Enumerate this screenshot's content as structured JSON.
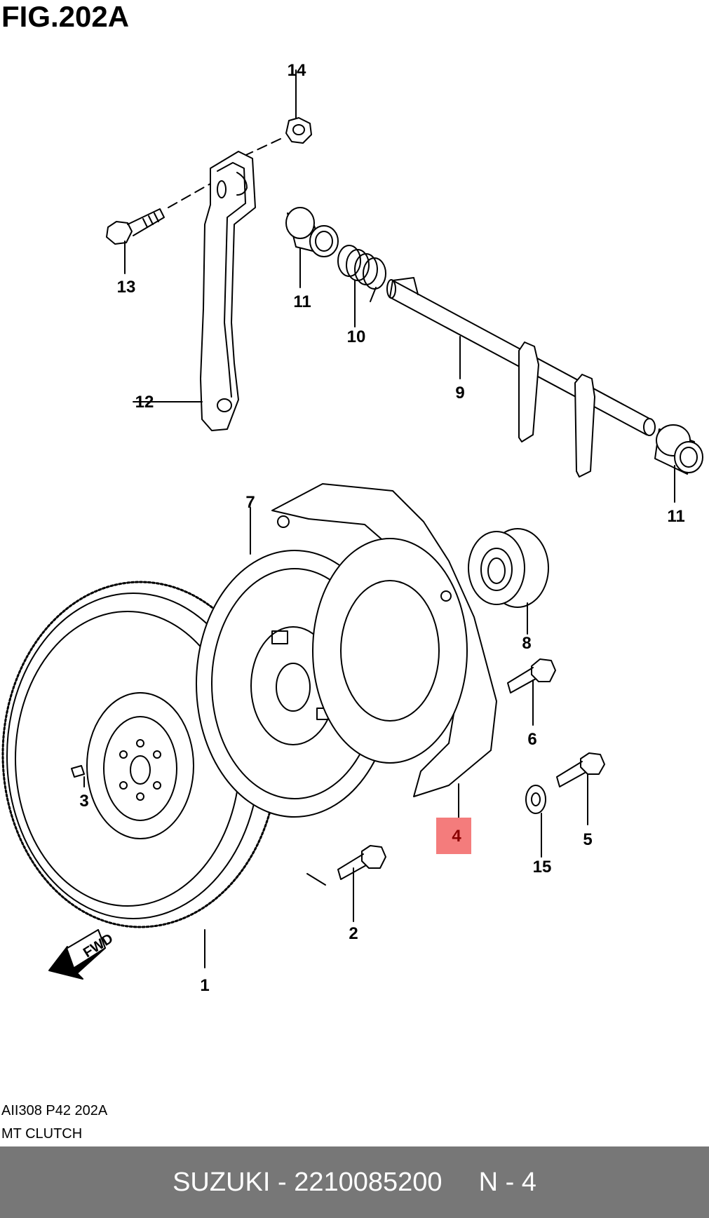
{
  "figure": {
    "title": "FIG.202A",
    "drawing_code": "AII308 P42 202A",
    "assembly_name": "MT CLUTCH",
    "fwd_marker": "FWD"
  },
  "callouts": [
    {
      "id": "c14",
      "label": "14"
    },
    {
      "id": "c13",
      "label": "13"
    },
    {
      "id": "c11a",
      "label": "11"
    },
    {
      "id": "c10",
      "label": "10"
    },
    {
      "id": "c9",
      "label": "9"
    },
    {
      "id": "c12",
      "label": "12"
    },
    {
      "id": "c11b",
      "label": "11"
    },
    {
      "id": "c7",
      "label": "7"
    },
    {
      "id": "c8",
      "label": "8"
    },
    {
      "id": "c6",
      "label": "6"
    },
    {
      "id": "c3",
      "label": "3"
    },
    {
      "id": "c4",
      "label": "4",
      "highlighted": true
    },
    {
      "id": "c5",
      "label": "5"
    },
    {
      "id": "c15",
      "label": "15"
    },
    {
      "id": "c2",
      "label": "2"
    },
    {
      "id": "c1",
      "label": "1"
    }
  ],
  "highlight_color": "#f47c7c",
  "footer": {
    "brand": "SUZUKI",
    "separator": "-",
    "part_number": "2210085200",
    "position": "N - 4",
    "background": "#777777"
  }
}
